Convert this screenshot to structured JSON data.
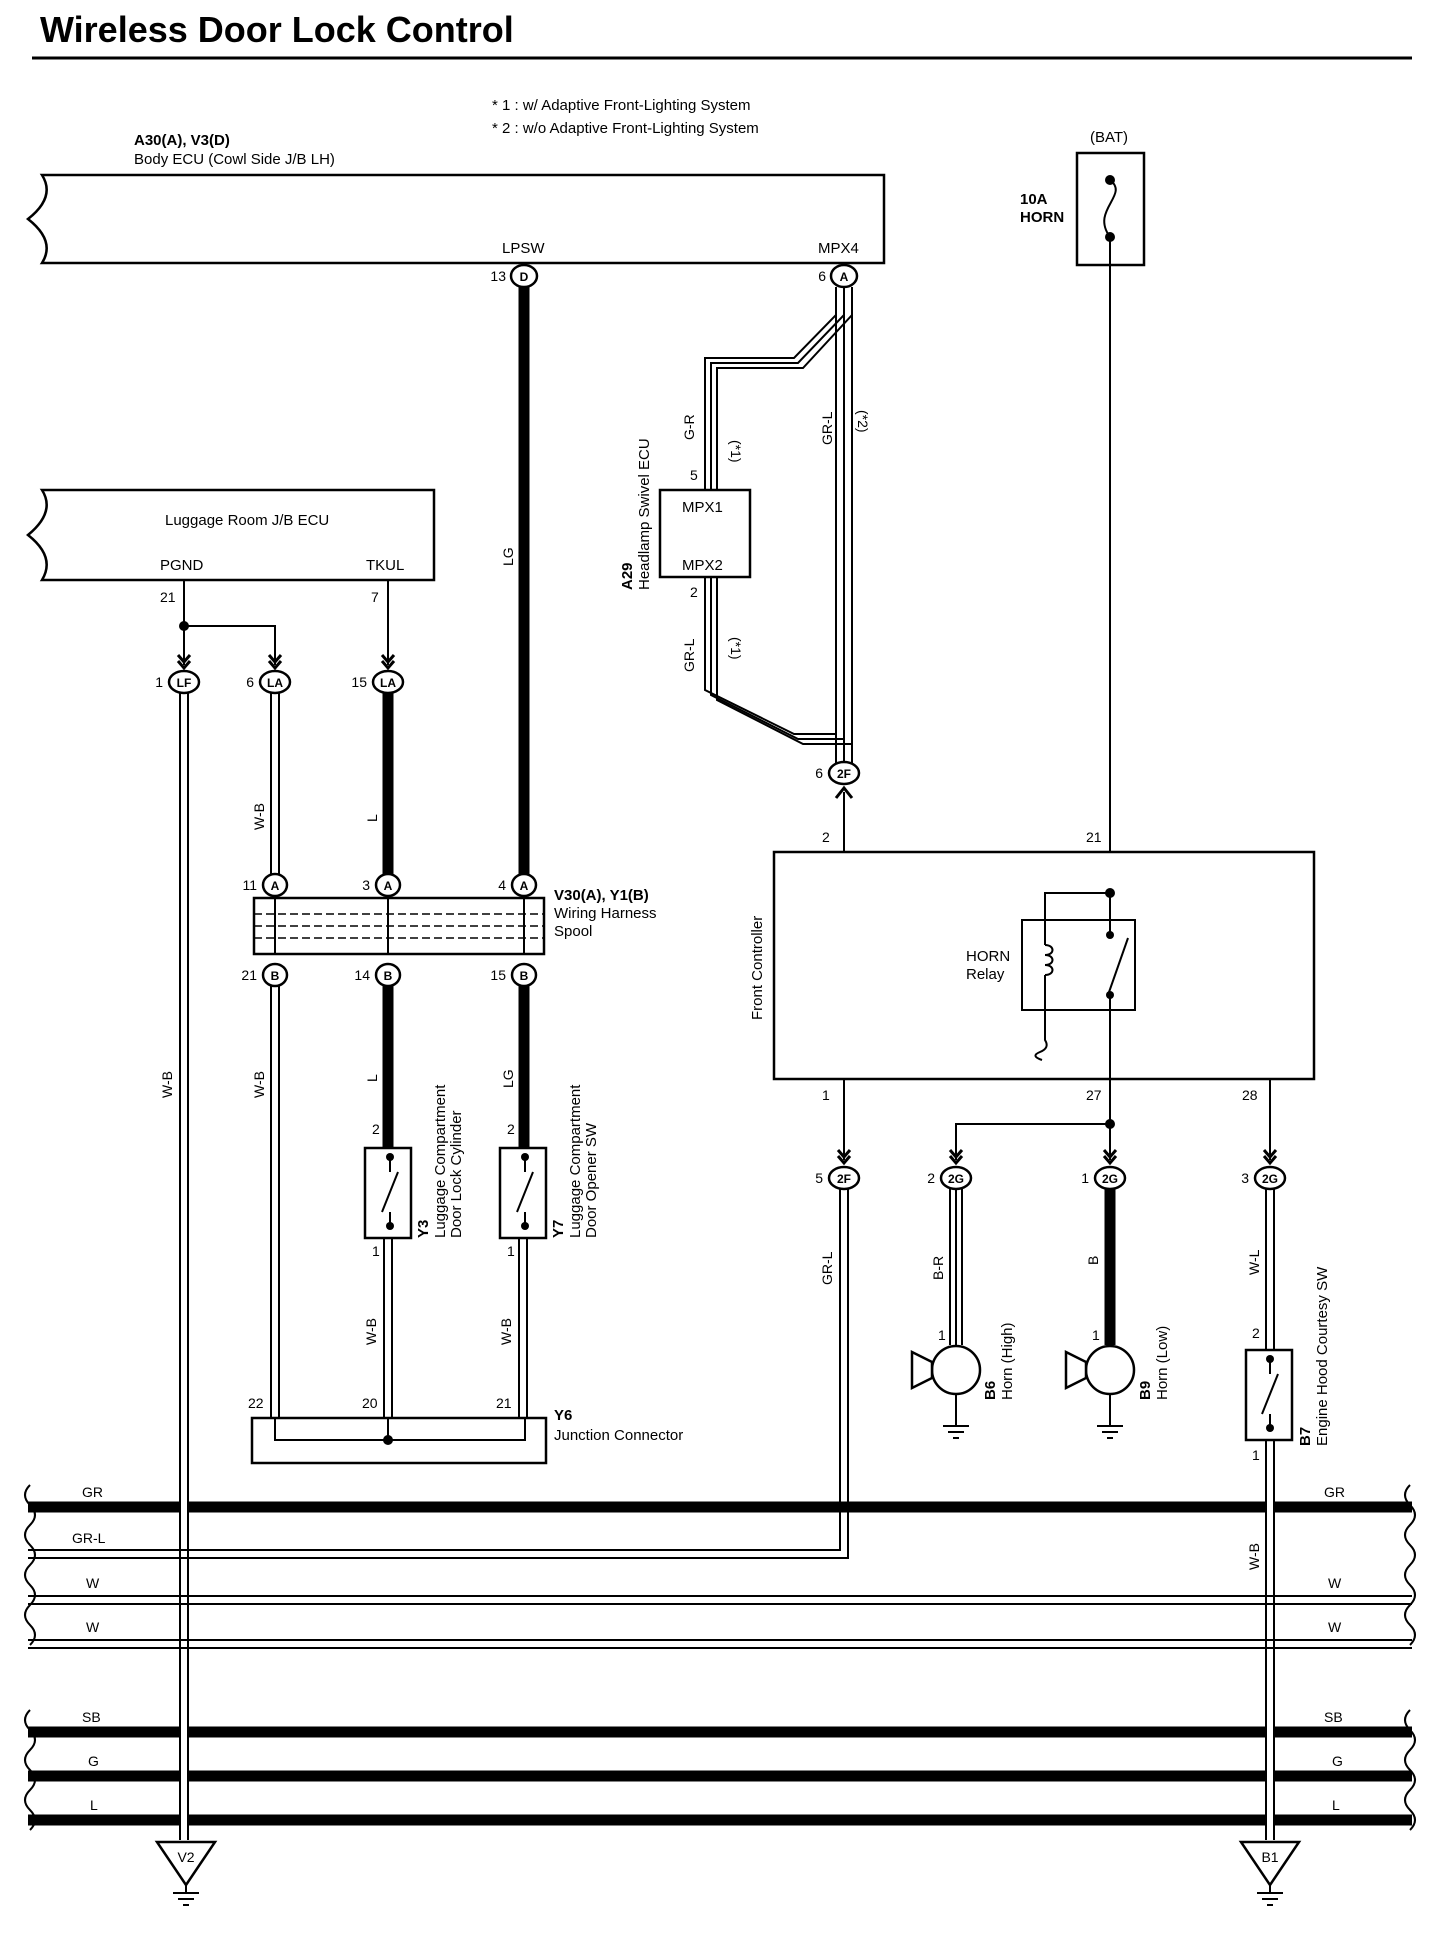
{
  "title": "Wireless Door Lock Control",
  "notes": [
    "* 1 : w/ Adaptive Front-Lighting System",
    "* 2 : w/o Adaptive Front-Lighting System"
  ],
  "body_ecu": {
    "codes": "A30(A), V3(D)",
    "name": "Body ECU (Cowl Side J/B LH)",
    "pin_lpsw": "LPSW",
    "pin_mpx4": "MPX4",
    "num_lpsw": "13",
    "num_mpx4": "6",
    "conn_lpsw": "D",
    "conn_mpx4": "A"
  },
  "bat": "(BAT)",
  "fuse": {
    "rating": "10A",
    "name": "HORN"
  },
  "luggage_ecu": {
    "name": "Luggage Room J/B ECU",
    "pin_pgnd": "PGND",
    "pin_tkul": "TKUL",
    "num_pgnd": "21",
    "num_tkul": "7"
  },
  "headlamp_ecu": {
    "code": "A29",
    "name": "Headlamp Swivel ECU",
    "pin_mpx1": "MPX1",
    "pin_mpx2": "MPX2",
    "num_top": "5",
    "num_bottom": "2"
  },
  "wires": {
    "lg": "LG",
    "gr_r": "G-R",
    "gr_l": "GR-L",
    "star1": "(*1)",
    "star2": "(*2)",
    "w_b": "W-B",
    "l": "L",
    "b_r": "B-R",
    "b": "B",
    "w_l": "W-L"
  },
  "connectors": {
    "lf": "LF",
    "la": "LA",
    "a": "A",
    "b": "B",
    "f2": "2F",
    "g2": "2G",
    "lf_num": "1",
    "la1_num": "6",
    "la2_num": "15",
    "va1": "11",
    "va2": "3",
    "va3": "4",
    "vb1": "21",
    "vb2": "14",
    "vb3": "15",
    "f2_top_num": "6",
    "f2_bot_num": "5",
    "g2a_num": "2",
    "g2b_num": "1",
    "g2c_num": "3"
  },
  "spool": {
    "codes": "V30(A), Y1(B)",
    "line1": "Wiring Harness",
    "line2": "Spool"
  },
  "y3": {
    "code": "Y3",
    "line1": "Luggage Compartment",
    "line2": "Door Lock Cylinder",
    "top": "2",
    "bottom": "1"
  },
  "y7": {
    "code": "Y7",
    "line1": "Luggage Compartment",
    "line2": "Door Opener SW",
    "top": "2",
    "bottom": "1"
  },
  "y6": {
    "code": "Y6",
    "name": "Junction Connector",
    "p22": "22",
    "p20": "20",
    "p21": "21"
  },
  "front_controller": {
    "name": "Front Controller",
    "relay_l1": "HORN",
    "relay_l2": "Relay",
    "p2": "2",
    "p21": "21",
    "p1": "1",
    "p27": "27",
    "p28": "28"
  },
  "b6": {
    "code": "B6",
    "name": "Horn (High)",
    "pin": "1"
  },
  "b9": {
    "code": "B9",
    "name": "Horn (Low)",
    "pin": "1"
  },
  "b7": {
    "code": "B7",
    "name": "Engine Hood Courtesy SW",
    "top": "2",
    "bottom": "1"
  },
  "bus": {
    "gr": "GR",
    "gr_l": "GR-L",
    "w": "W",
    "sb": "SB",
    "g": "G",
    "l": "L"
  },
  "grounds": {
    "v2": "V2",
    "b1": "B1"
  }
}
